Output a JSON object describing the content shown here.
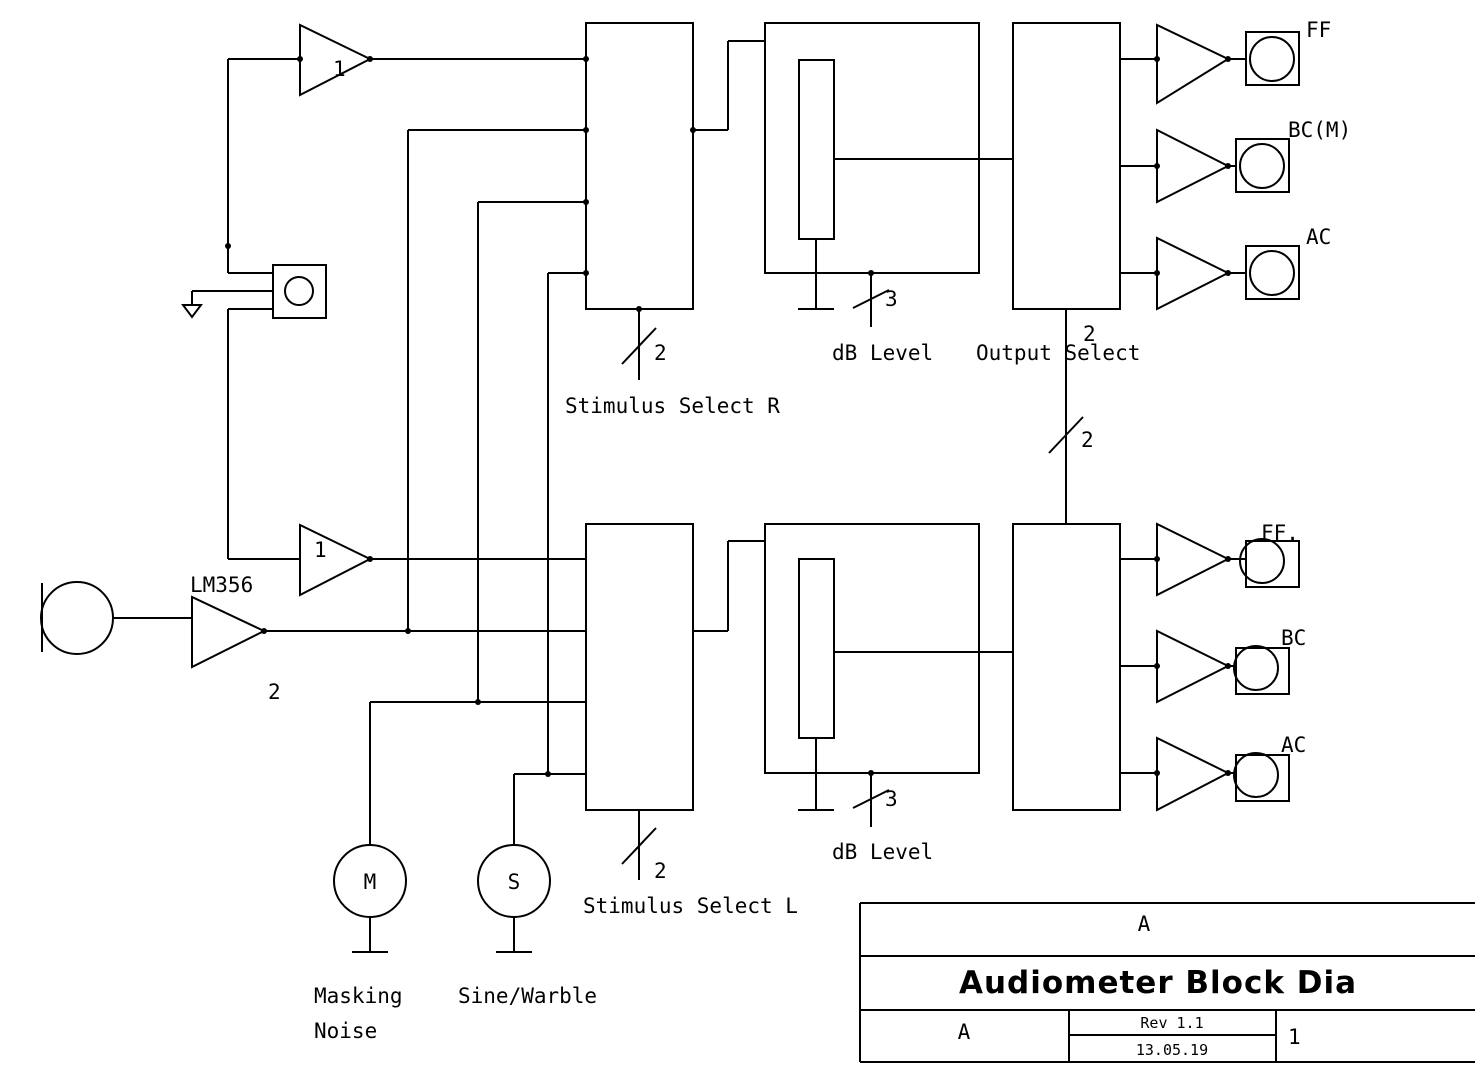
{
  "labels": {
    "ff_top": "FF",
    "bcm_top": "BC(M)",
    "ac_top": "AC",
    "ff_bottom": "FF.",
    "bc_bottom": "BC",
    "ac_bottom": "AC",
    "buffer_top": "1",
    "buffer_bottom": "1",
    "lm356": "LM356",
    "lm356_sub": "2",
    "stim_r": "Stimulus Select R",
    "stim_l": "Stimulus Select L",
    "stim_r_bus": "2",
    "stim_l_bus": "2",
    "db_level_top": "dB Level",
    "db_level_bottom": "dB Level",
    "db_bus_top": "3",
    "db_bus_bottom": "3",
    "output_select": "Output Select",
    "output_bus_top": "2",
    "output_bus_mid": "2",
    "masking_gen": "M",
    "sine_gen": "S",
    "masking_line1": "Masking",
    "masking_line2": "Noise",
    "sine_warble": "Sine/Warble"
  },
  "title_block": {
    "top": "A",
    "title": "Audiometer Block Dia",
    "sheet": "A",
    "rev": "Rev 1.1",
    "date": "13.05.19",
    "page": "1"
  }
}
